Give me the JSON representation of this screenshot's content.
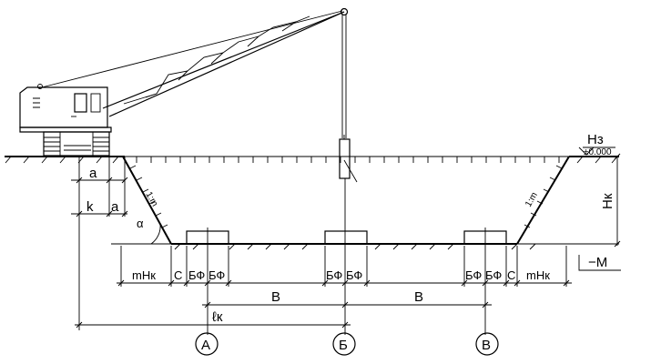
{
  "labels": {
    "a": "a",
    "k": "k",
    "a_small": "a",
    "alpha": "α",
    "slope_left": "1:m",
    "slope_right": "1:m",
    "hz": "Hз",
    "zero": "±0.000",
    "hk": "Hк",
    "minus_m": "−M",
    "mhk_left": "mHк",
    "mhk_right": "mHк",
    "c_left": "C",
    "c_right": "C",
    "bf1": "БФ",
    "bf2": "БФ",
    "bf3": "БФ",
    "bf4": "БФ",
    "bf5": "БФ",
    "bf6": "БФ",
    "b1": "B",
    "b2": "B",
    "lk": "ℓк",
    "axis_a": "A",
    "axis_b": "Б",
    "axis_v": "В"
  }
}
